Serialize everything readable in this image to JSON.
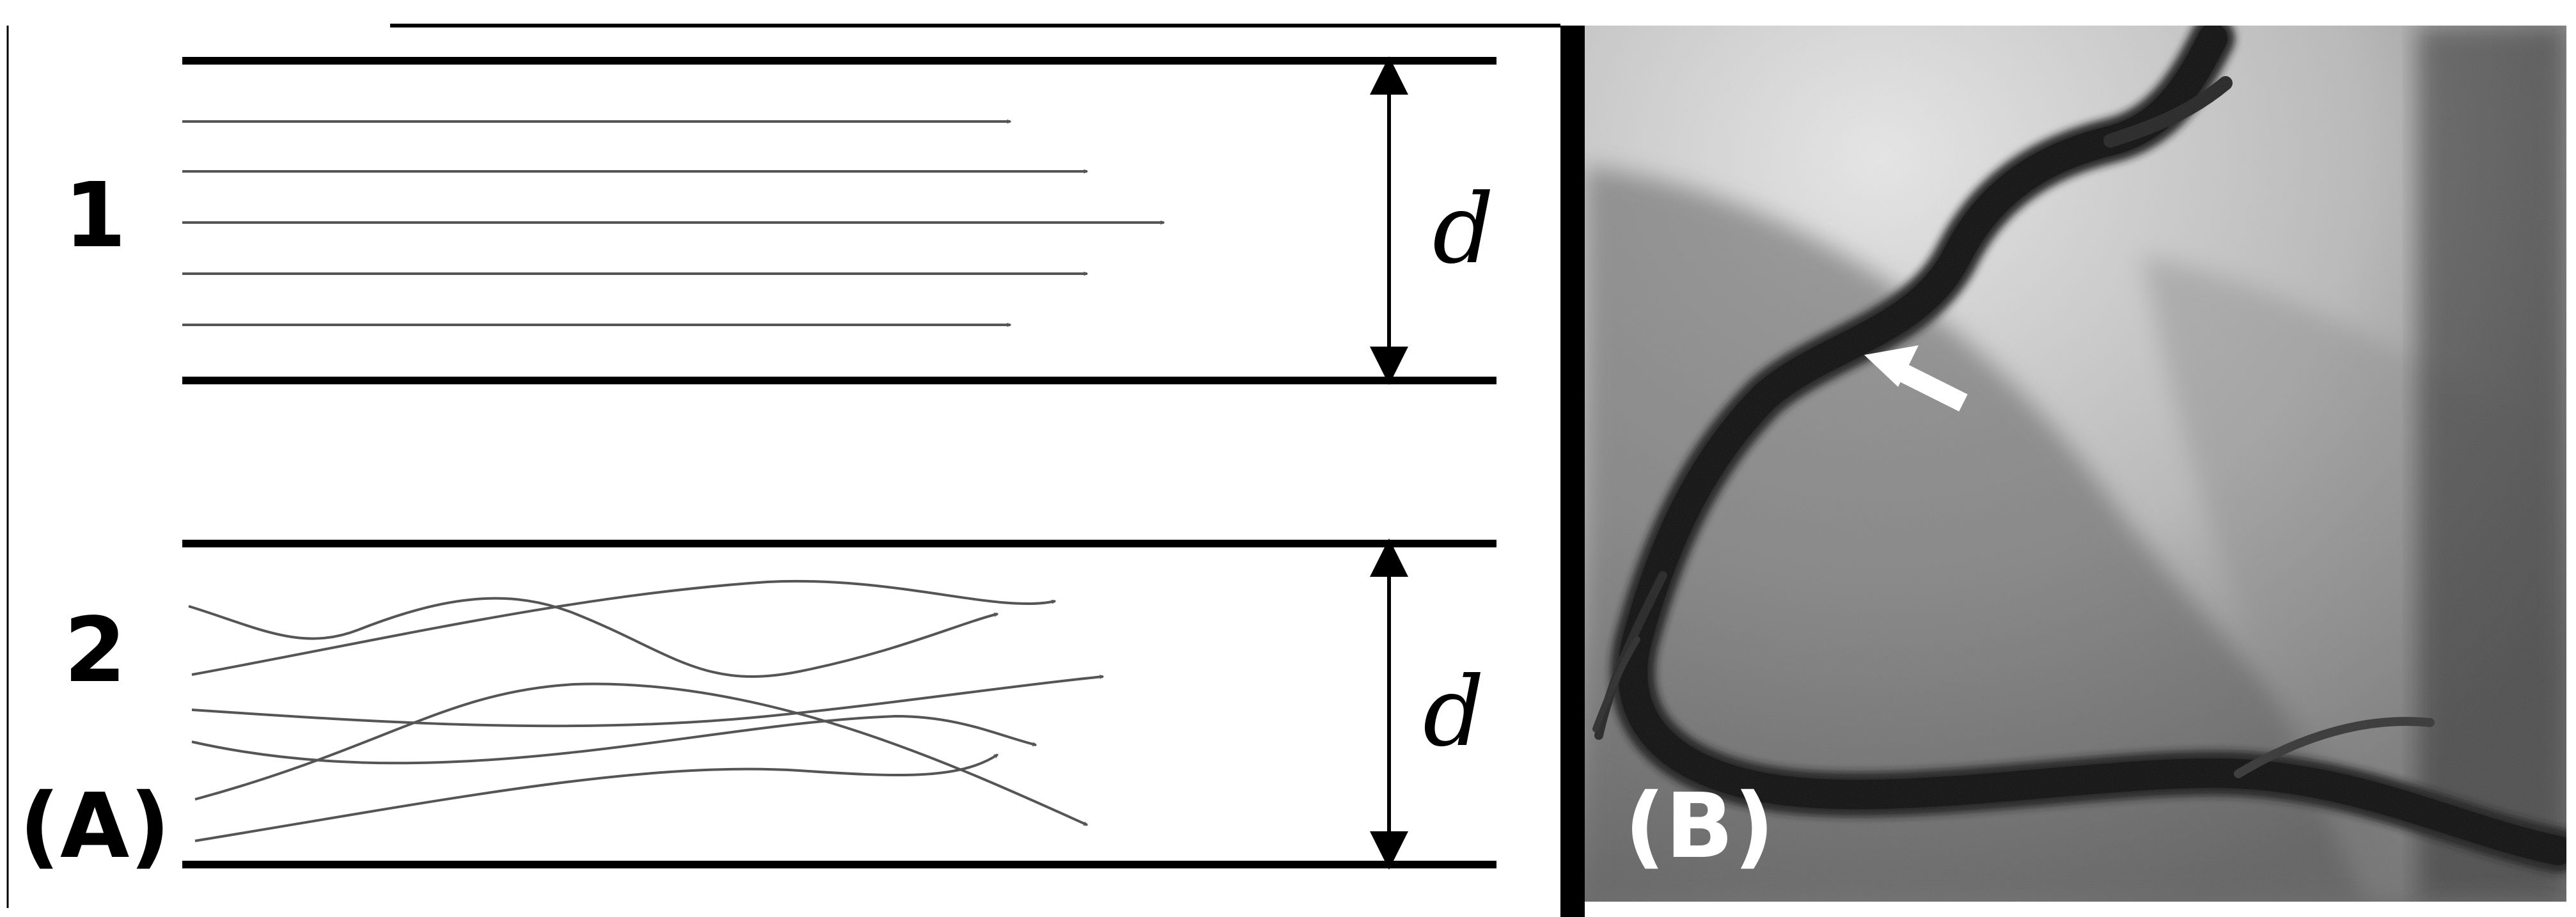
{
  "panel_a": {
    "label": "(A)",
    "case_1": {
      "number": "1",
      "dimension_label": "d",
      "flow": "laminar"
    },
    "case_2": {
      "number": "2",
      "dimension_label": "d",
      "flow": "turbulent"
    }
  },
  "panel_b": {
    "label": "(B)",
    "image": "coronary-angiogram",
    "annotation": "white-arrow-marker"
  },
  "colors": {
    "line": "#000000",
    "arrow": "#555555",
    "marker": "#ffffff"
  }
}
